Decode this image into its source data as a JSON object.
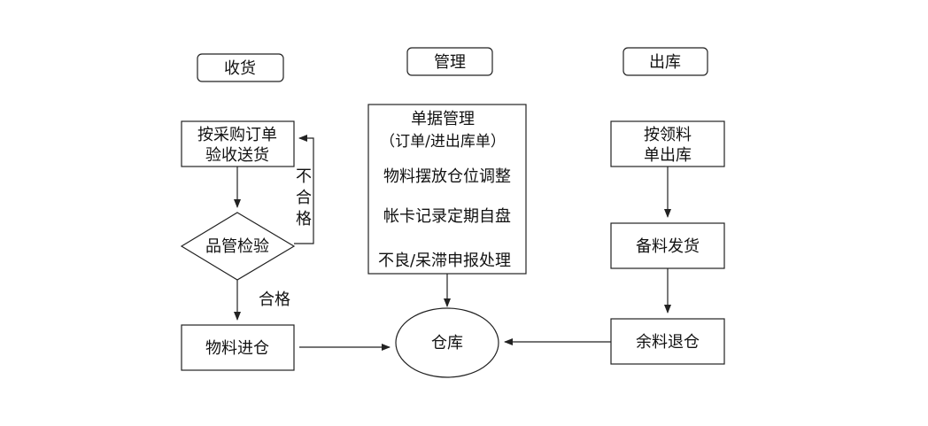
{
  "headers": {
    "receive": "收货",
    "manage": "管理",
    "outbound": "出库"
  },
  "receive_flow": {
    "inspect_line1": "按采购订单",
    "inspect_line2": "验收送货",
    "quality_check": "品管检验",
    "fail_char1": "不",
    "fail_char2": "合",
    "fail_char3": "格",
    "pass_label": "合格",
    "stock_in": "物料进仓"
  },
  "manage_box": {
    "line1": "单据管理",
    "line2": "（订单/进出库单）",
    "line3": "物料摆放仓位调整",
    "line4": "帐卡记录定期自盘",
    "line5": "不良/呆滞申报处理"
  },
  "warehouse": "仓库",
  "outbound_flow": {
    "issue_line1": "按领料",
    "issue_line2": "单出库",
    "prepare_ship": "备料发货",
    "return_stock": "余料退仓"
  }
}
